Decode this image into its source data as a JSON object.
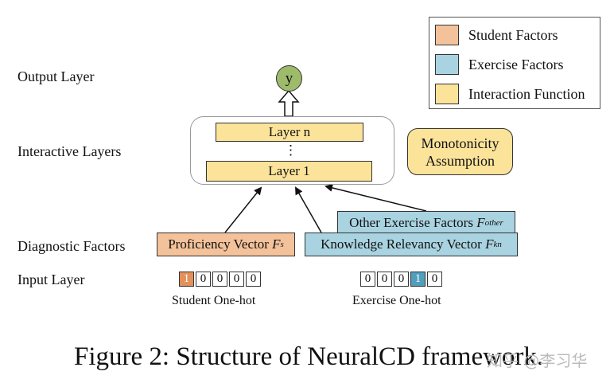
{
  "legend": {
    "student": "Student Factors",
    "exercise": "Exercise Factors",
    "interaction": "Interaction Function"
  },
  "row_labels": {
    "output": "Output Layer",
    "interactive": "Interactive Layers",
    "diagnostic": "Diagnostic Factors",
    "input": "Input Layer"
  },
  "output_node": "y",
  "layers": {
    "top": "Layer n",
    "dots": "⋮",
    "bottom": "Layer 1"
  },
  "monotonicity": "Monotonicity Assumption",
  "proficiency": {
    "text": "Proficiency Vector ",
    "var": "F",
    "sup": "s"
  },
  "other_exercise": {
    "text": "Other Exercise Factors ",
    "var": "F",
    "sup": "other"
  },
  "knowledge": {
    "text": "Knowledge Relevancy Vector ",
    "var": "F",
    "sup": "kn"
  },
  "student_onehot": {
    "label": "Student One-hot",
    "cells": [
      "1",
      "0",
      "0",
      "0",
      "0"
    ]
  },
  "exercise_onehot": {
    "label": "Exercise One-hot",
    "cells": [
      "0",
      "0",
      "0",
      "1",
      "0"
    ]
  },
  "caption": "Figure 2: Structure of NeuralCD framework.",
  "watermark": "知乎 @李习华",
  "colors": {
    "student": "#f4c29a",
    "student_hot": "#e4905a",
    "exercise": "#a9d3e0",
    "exercise_hot": "#4f9fbd",
    "interaction": "#fbe39a",
    "output_node": "#9dbb6a"
  }
}
